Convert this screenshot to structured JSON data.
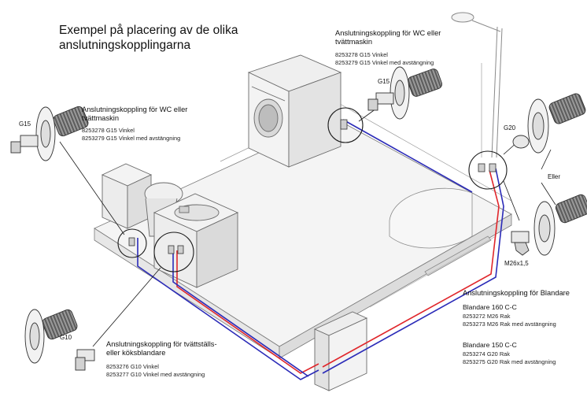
{
  "title": {
    "line1": "Exempel på placering av de olika",
    "line2": "anslutningskopplingarna"
  },
  "callouts": {
    "wc_top": {
      "head1": "Anslutningskoppling för WC eller",
      "head2": "tvättmaskin",
      "code1": "8253278  G15 Vinkel",
      "code2": "8253279  G15 Vinkel med avstängning",
      "tag": "G15"
    },
    "wc_left": {
      "head1": "Anslutningskoppling för WC eller",
      "head2": "tvättmaskin",
      "code1": "8253278  G15 Vinkel",
      "code2": "8253279  G15 Vinkel med avstängning",
      "tag": "G15"
    },
    "sink": {
      "head1": "Anslutningskoppling för tvättställs-",
      "head2": "eller köksblandare",
      "code1": "8253276  G10 Vinkel",
      "code2": "8253277  G10 Vinkel med avstängning",
      "tag": "G10"
    },
    "mixer": {
      "head": "Anslutningskoppling för Blandare",
      "group1_title": "Blandare 160 C-C",
      "group1_code1": "8253272    M26 Rak",
      "group1_code2": "8253273    M26 Rak med avstängning",
      "group2_title": "Blandare 150 C-C",
      "group2_code1": "8253274  G20 Rak",
      "group2_code2": "8253275  G20 Rak med avstängning",
      "tag_g20": "G20",
      "tag_or": "Eller",
      "tag_m26": "M26x1,5"
    }
  },
  "colors": {
    "hot_pipe": "#e0262b",
    "cold_pipe": "#2b2bb8",
    "line": "#6b6b6b"
  }
}
